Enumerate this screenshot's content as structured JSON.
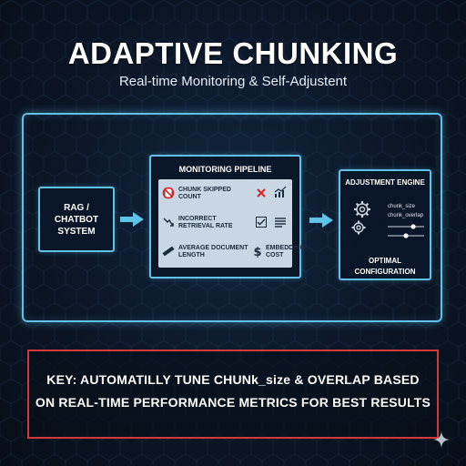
{
  "header": {
    "title": "ADAPTIVE CHUNKING",
    "subtitle": "Real-time Monitoring & Self-Adjustent"
  },
  "rag": {
    "line1": "RAG /",
    "line2": "CHATBOT",
    "line3": "SYSTEM"
  },
  "pipeline": {
    "title": "MONITORING PIPELINE",
    "metrics": [
      {
        "line1": "CHUNK SKIPPED",
        "line2": "COUNT",
        "icon": "no-entry-icon"
      },
      {
        "line1": "",
        "line2": "",
        "icon": "x-mark-icon"
      },
      {
        "line1": "",
        "line2": "",
        "icon": "trend-up-chart-icon"
      },
      {
        "line1": "INCORRECT",
        "line2": "RETRIEVAL RATE",
        "icon": "trend-down-icon"
      },
      {
        "line1": "",
        "line2": "",
        "icon": "checklist-icon"
      },
      {
        "line1": "",
        "line2": "",
        "icon": "document-lines-icon"
      },
      {
        "line1": "AVERAGE DOCUMENT",
        "line2": "LENGTH",
        "icon": "ruler-icon"
      },
      {
        "line1": "EMBEDDING",
        "line2": "COST",
        "icon": "dollar-icon"
      }
    ]
  },
  "engine": {
    "title": "ADJUSTMENT ENGINE",
    "param1": "chunk_size",
    "param2": "chunk_overlap",
    "result_line1": "OPTIMAL",
    "result_line2": "CONFIGURATION"
  },
  "key": {
    "line1": "KEY: AUTOMATILLY TUNE CHUNk_size & OVERLAP BASED",
    "line2": "ON REAL-TIME PERFORMANCE METRICS FOR BEST RESULTS"
  },
  "colors": {
    "accent": "#5fc2e8",
    "key_border": "#d23a3a",
    "panel": "#c9d6e3",
    "background": "#0b1626"
  }
}
